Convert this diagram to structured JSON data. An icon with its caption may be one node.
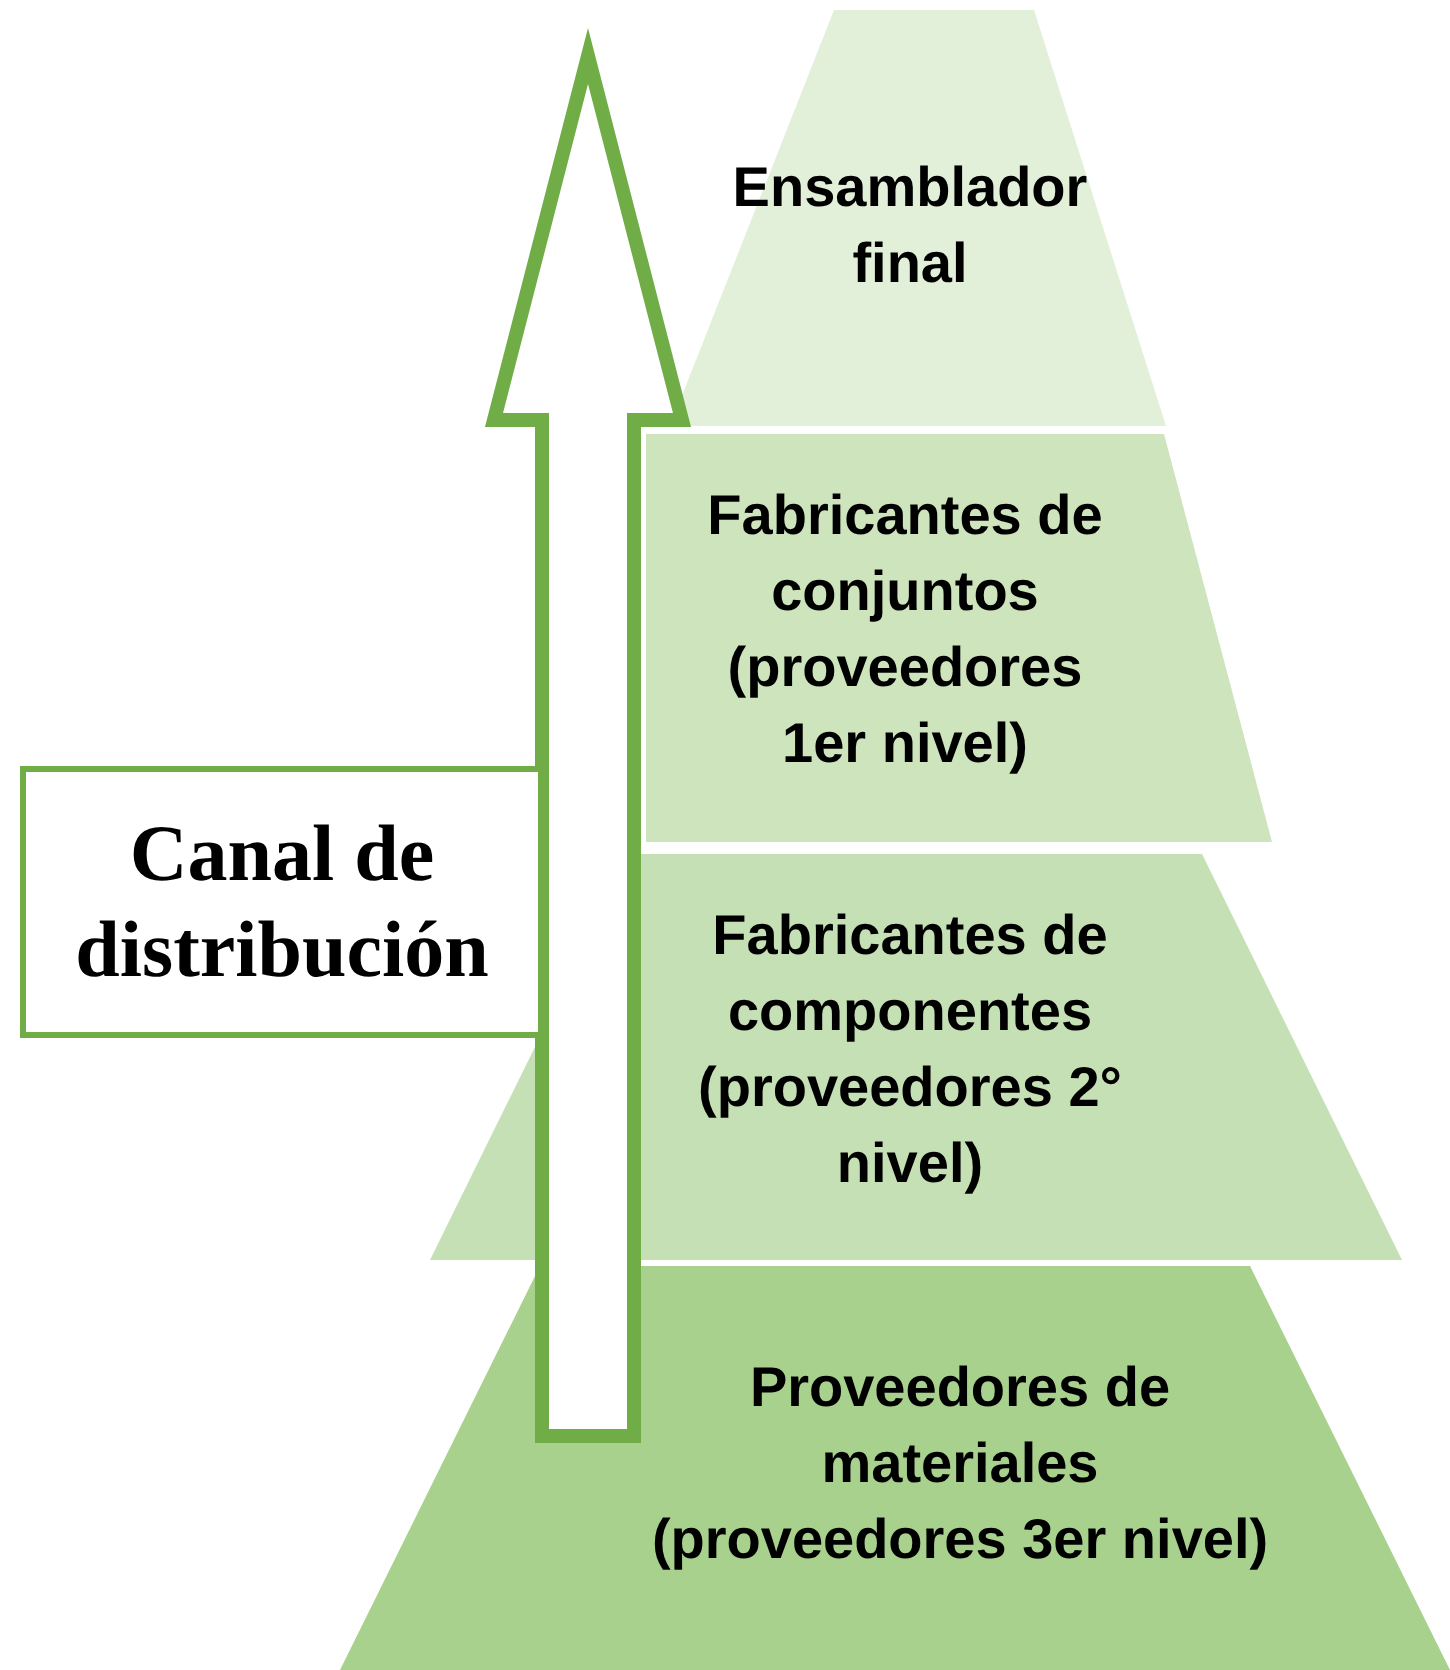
{
  "diagram": {
    "nodes": [
      {
        "text": [
          "Ensamblador final"
        ]
      },
      {
        "text": [
          "Fabricantes de conjuntos (proveedores 1er nivel)"
        ]
      },
      {
        "text": [
          "Fabricantes de componentes (proveedores 2° nivel)"
        ]
      },
      {
        "text": [
          "Proveedores de materiales (proveedores 3er nivel)"
        ]
      },
      {
        "text": [
          "Canal de distribución"
        ]
      }
    ],
    "edges": [
      {
        "from": 3,
        "to": 0,
        "arrow": "to",
        "style": "thick"
      }
    ]
  }
}
